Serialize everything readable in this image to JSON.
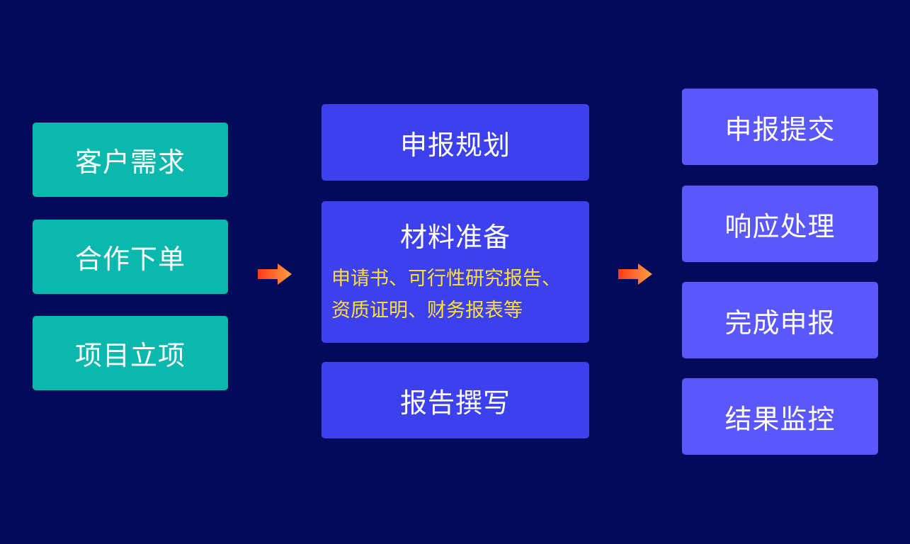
{
  "left_column": [
    {
      "label": "客户需求"
    },
    {
      "label": "合作下单"
    },
    {
      "label": "项目立项"
    }
  ],
  "middle_column": {
    "planning": "申报规划",
    "materials": {
      "title": "材料准备",
      "detail_line1": "申请书、可行性研究报告、",
      "detail_line2": "资质证明、财务报表等"
    },
    "writing": "报告撰写"
  },
  "right_column": [
    {
      "label": "申报提交"
    },
    {
      "label": "响应处理"
    },
    {
      "label": "完成申报"
    },
    {
      "label": "结果监控"
    }
  ],
  "icons": {
    "arrow": "arrow-right-icon"
  },
  "colors": {
    "background": "#030a5a",
    "left_box": "#0bb8ad",
    "middle_box": "#3c40ed",
    "right_box": "#5a57fc",
    "highlight_text": "#ffe033",
    "arrow_start": "#ff3b1e",
    "arrow_end": "#ffa040"
  }
}
